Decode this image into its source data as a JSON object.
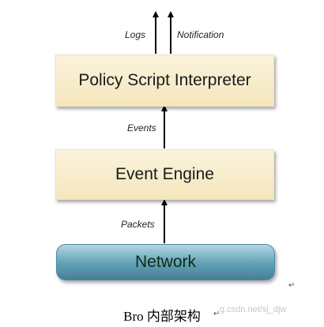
{
  "diagram": {
    "layers": {
      "policy": "Policy Script Interpreter",
      "engine": "Event Engine",
      "network": "Network"
    },
    "edges": {
      "logs": "Logs",
      "notification": "Notification",
      "events": "Events",
      "packets": "Packets"
    },
    "colors": {
      "layer_fill": "#f4e6bd",
      "network_fill": "#5f9fb6",
      "network_text": "#0e2a10",
      "arrow": "#000000"
    }
  },
  "caption": "Bro 内部架构",
  "watermark": "g.csdn.net/sj_djw",
  "return_mark": "↵"
}
